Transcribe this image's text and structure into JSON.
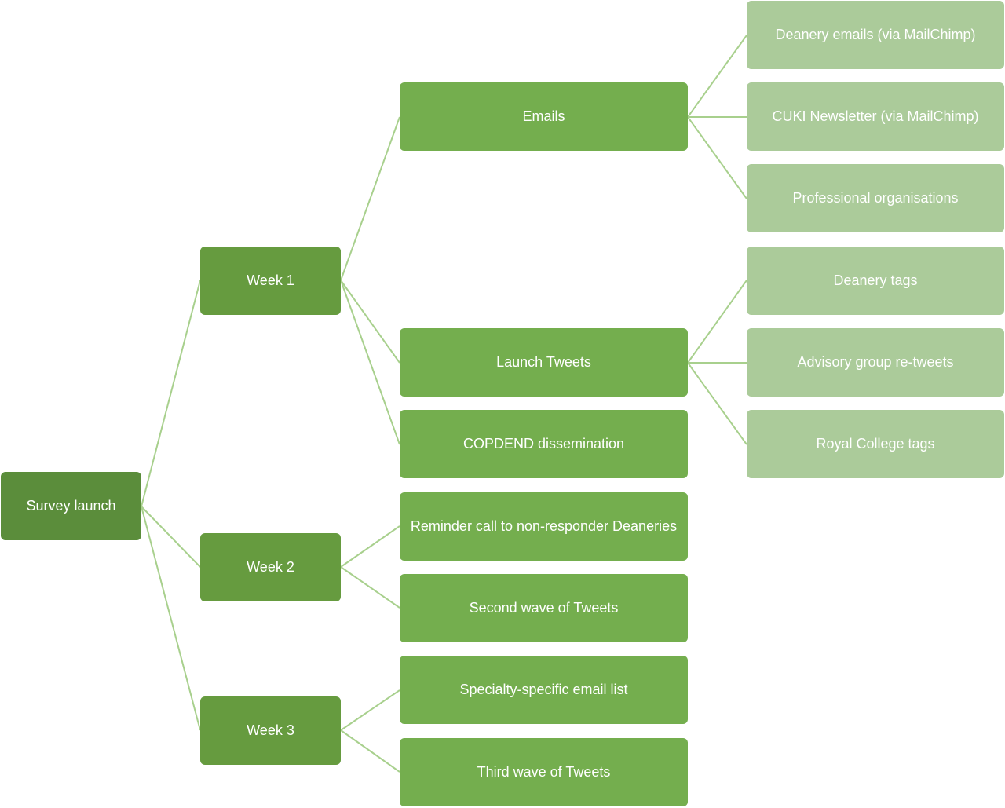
{
  "colors": {
    "root": "#5b8d3b",
    "week": "#669b3f",
    "channel": "#74ae4e",
    "detail": "#abcb9a",
    "connector": "#a8d08d"
  },
  "root": {
    "label": "Survey launch"
  },
  "weeks": [
    {
      "label": "Week 1"
    },
    {
      "label": "Week 2"
    },
    {
      "label": "Week 3"
    }
  ],
  "channels": [
    {
      "label": "Emails"
    },
    {
      "label": "Launch Tweets"
    },
    {
      "label": "COPDEND dissemination"
    },
    {
      "label": "Reminder call to non-responder Deaneries"
    },
    {
      "label": "Second wave of Tweets"
    },
    {
      "label": "Specialty-specific email list"
    },
    {
      "label": "Third wave of Tweets"
    }
  ],
  "details": [
    {
      "label": "Deanery emails (via MailChimp)"
    },
    {
      "label": "CUKI Newsletter (via MailChimp)"
    },
    {
      "label": "Professional organisations"
    },
    {
      "label": "Deanery tags"
    },
    {
      "label": "Advisory group re-tweets"
    },
    {
      "label": "Royal College tags"
    }
  ]
}
